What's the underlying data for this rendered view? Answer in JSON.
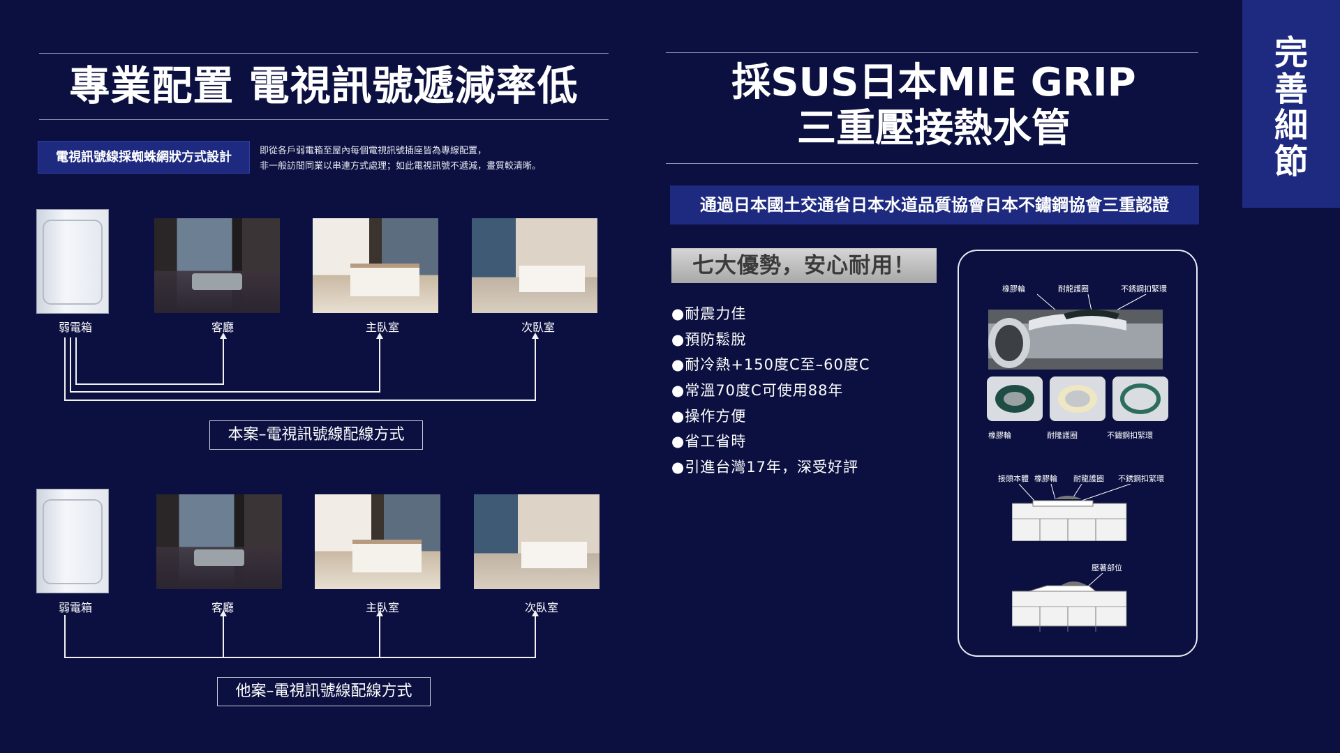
{
  "left": {
    "title": "專業配置 電視訊號遞減率低",
    "tag": "電視訊號線採蜘蛛網狀方式設計",
    "desc_line1": "即從各戶弱電箱至屋內每個電視訊號插座皆為專線配置，",
    "desc_line2": "非一般訪間同業以串連方式處理；如此電視訊號不遞減，畫質較清晰。",
    "diagram_top": {
      "labels": [
        "弱電箱",
        "客廳",
        "主臥室",
        "次臥室"
      ],
      "caption": "本案–電視訊號線配線方式"
    },
    "diagram_bottom": {
      "labels": [
        "弱電箱",
        "客廳",
        "主臥室",
        "次臥室"
      ],
      "caption": "他案–電視訊號線配線方式"
    }
  },
  "right": {
    "title_line1": "採SUS日本MIE GRIP",
    "title_line2": "三重壓接熱水管",
    "cert": "通過日本國土交通省日本水道品質協會日本不鏽鋼協會三重認證",
    "advantages_title": "七大優勢，安心耐用！",
    "advantages": [
      "●耐震力佳",
      "●預防鬆脫",
      "●耐冷熱+150度C至–60度C",
      "●常溫70度C可使用88年",
      "●操作方便",
      "●省工省時",
      "●引進台灣17年，深受好評"
    ],
    "panel": {
      "top_labels": [
        "橡膠輪",
        "耐龍護圈",
        "不銹鋼扣緊環"
      ],
      "ring_labels": [
        "橡膠輪",
        "耐隆護圈",
        "不鏽鋼扣緊環"
      ],
      "section_labels": [
        "接頭本體",
        "橡膠輪",
        "耐龍護圈",
        "不銹鋼扣緊環"
      ],
      "press_label": "壓著部位"
    }
  },
  "side_tab": [
    "完",
    "善",
    "細",
    "節"
  ]
}
